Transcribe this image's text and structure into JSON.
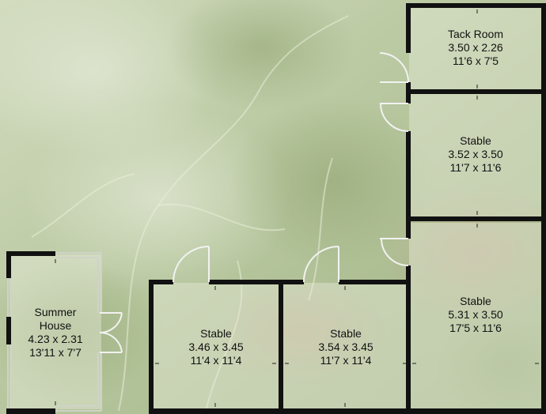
{
  "colors": {
    "wall": "#111111",
    "background_top": "#c9d4b4",
    "background_mid": "#aebe94",
    "background_dark": "#8ea276",
    "floor": "#dfe6d3",
    "thin_wall": "#d8d8d8"
  },
  "rooms": [
    {
      "name": "Tack Room",
      "metric": "3.50 x 2.26",
      "imperial": "11'6 x 7'5"
    },
    {
      "name": "Stable",
      "metric": "3.52 x 3.50",
      "imperial": "11'7 x 11'6"
    },
    {
      "name": "Stable",
      "metric": "5.31 x 3.50",
      "imperial": "17'5 x 11'6"
    },
    {
      "name": "Stable",
      "metric": "3.54 x 3.45",
      "imperial": "11'7 x 11'4"
    },
    {
      "name": "Stable",
      "metric": "3.46 x 3.45",
      "imperial": "11'4 x 11'4"
    },
    {
      "name_line1": "Summer",
      "name_line2": "House",
      "metric": "4.23 x 2.31",
      "imperial": "13'11 x 7'7"
    }
  ]
}
